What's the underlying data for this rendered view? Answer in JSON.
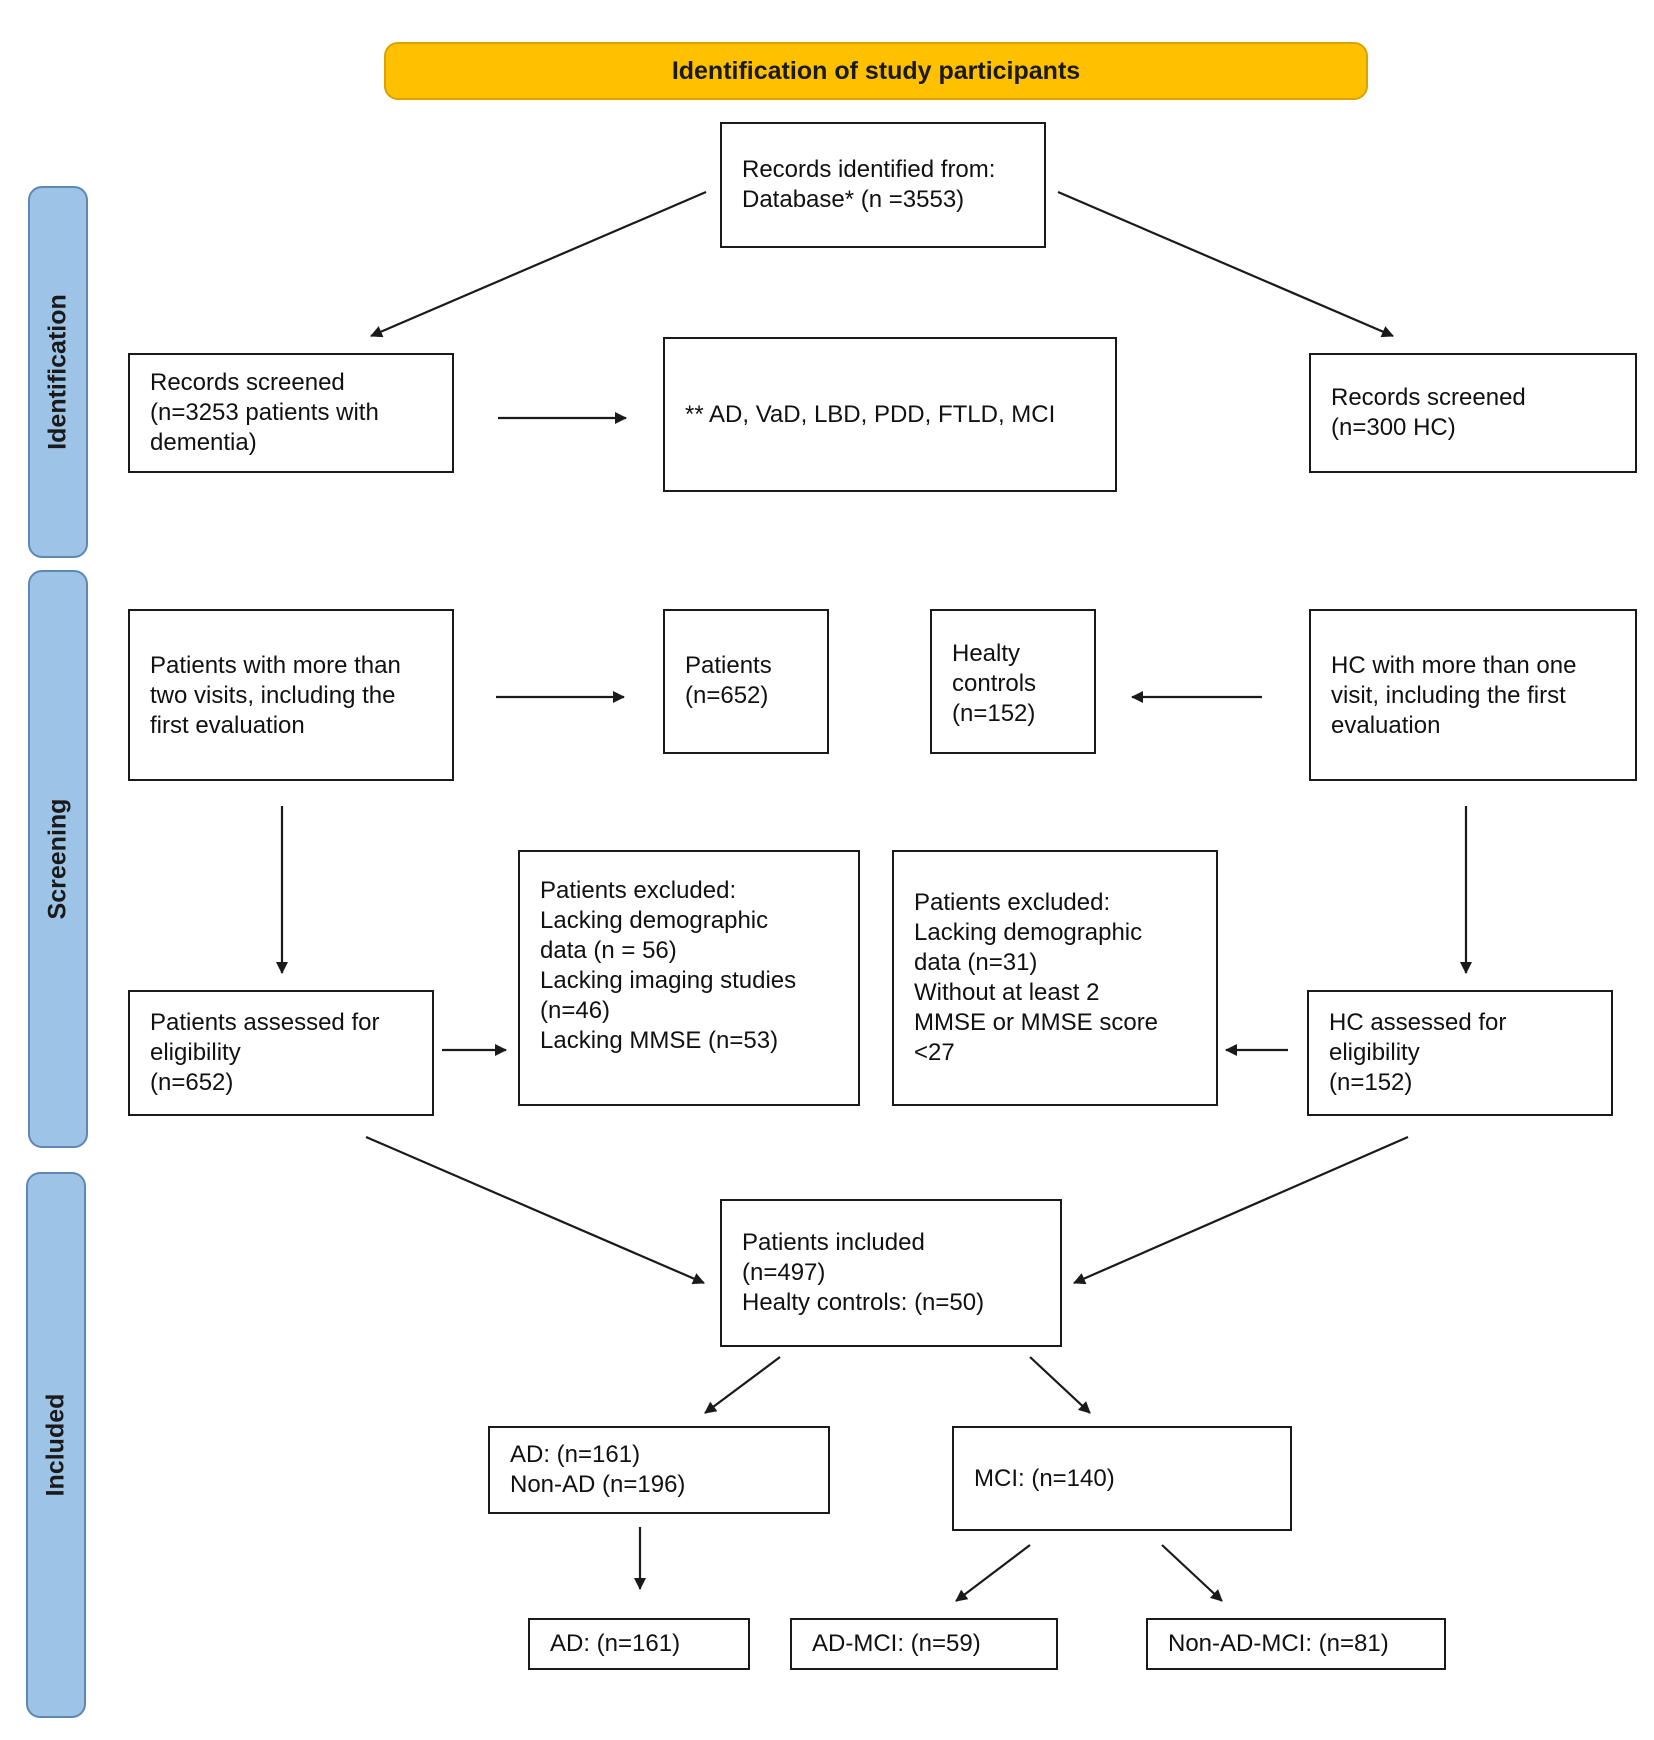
{
  "banner": {
    "title": "Identification of study participants"
  },
  "stages": {
    "identification": "Identification",
    "screening": "Screening",
    "included": "Included"
  },
  "boxes": {
    "records_identified": "Records identified from:\n     Database* (n =3553)",
    "records_screened_patients": "Records screened\n(n=3253 patients with\ndementia)",
    "diagnoses": "** AD, VaD, LBD, PDD, FTLD, MCI",
    "records_screened_hc": "Records screened\n(n=300 HC)",
    "patients_more_visits": "Patients with more than\ntwo visits, including the\nfirst evaluation",
    "patients_count": "Patients\n(n=652)",
    "healthy_controls_count": "Healty\ncontrols\n(n=152)",
    "hc_more_visits": "HC with more than one\nvisit, including the first\nevaluation",
    "patients_excluded": "Patients excluded:\nLacking demographic\ndata (n = 56)\nLacking imaging studies\n(n=46)\nLacking MMSE (n=53)",
    "hc_excluded": "Patients excluded:\nLacking demographic\ndata (n=31)\nWithout at least 2\nMMSE or MMSE score\n<27",
    "patients_assessed": "Patients assessed for\neligibility\n(n=652)",
    "hc_assessed": "HC assessed for\neligibility\n(n=152)",
    "included_total": "Patients included\n(n=497)\nHealty controls: (n=50)",
    "ad_nonad": "AD: (n=161)\nNon-AD (n=196)",
    "mci": "MCI: (n=140)",
    "ad_final": "AD: (n=161)",
    "ad_mci": "AD-MCI: (n=59)",
    "non_ad_mci": "Non-AD-MCI: (n=81)"
  },
  "colors": {
    "banner_fill": "#ffc000",
    "stage_fill": "#9dc3e6",
    "stage_border": "#5f87b4",
    "line": "#1a1a1a"
  }
}
